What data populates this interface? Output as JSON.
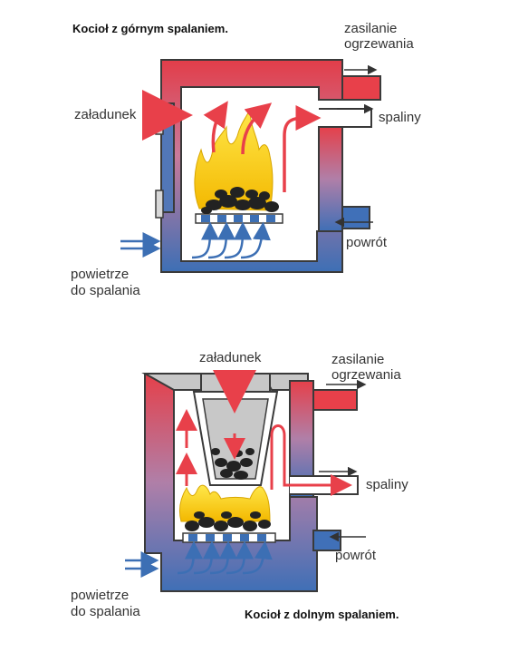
{
  "top": {
    "title": "Kocioł z górnym spalaniem.",
    "supply": [
      "zasilanie",
      "ogrzewania"
    ],
    "loading": "załadunek",
    "flue": "spaliny",
    "return": "powrót",
    "air": [
      "powietrze",
      "do spalania"
    ]
  },
  "bottom": {
    "title": "Kocioł z dolnym spalaniem.",
    "supply": [
      "zasilanie",
      "ogrzewania"
    ],
    "loading": "załadunek",
    "flue": "spaliny",
    "return": "powrót",
    "air": [
      "powietrze",
      "do spalania"
    ]
  },
  "colors": {
    "hot": "#e8404a",
    "cold": "#3c6fb4",
    "fire": "#f7d21a",
    "coal": "#222222",
    "outline": "#3a3a3a"
  }
}
